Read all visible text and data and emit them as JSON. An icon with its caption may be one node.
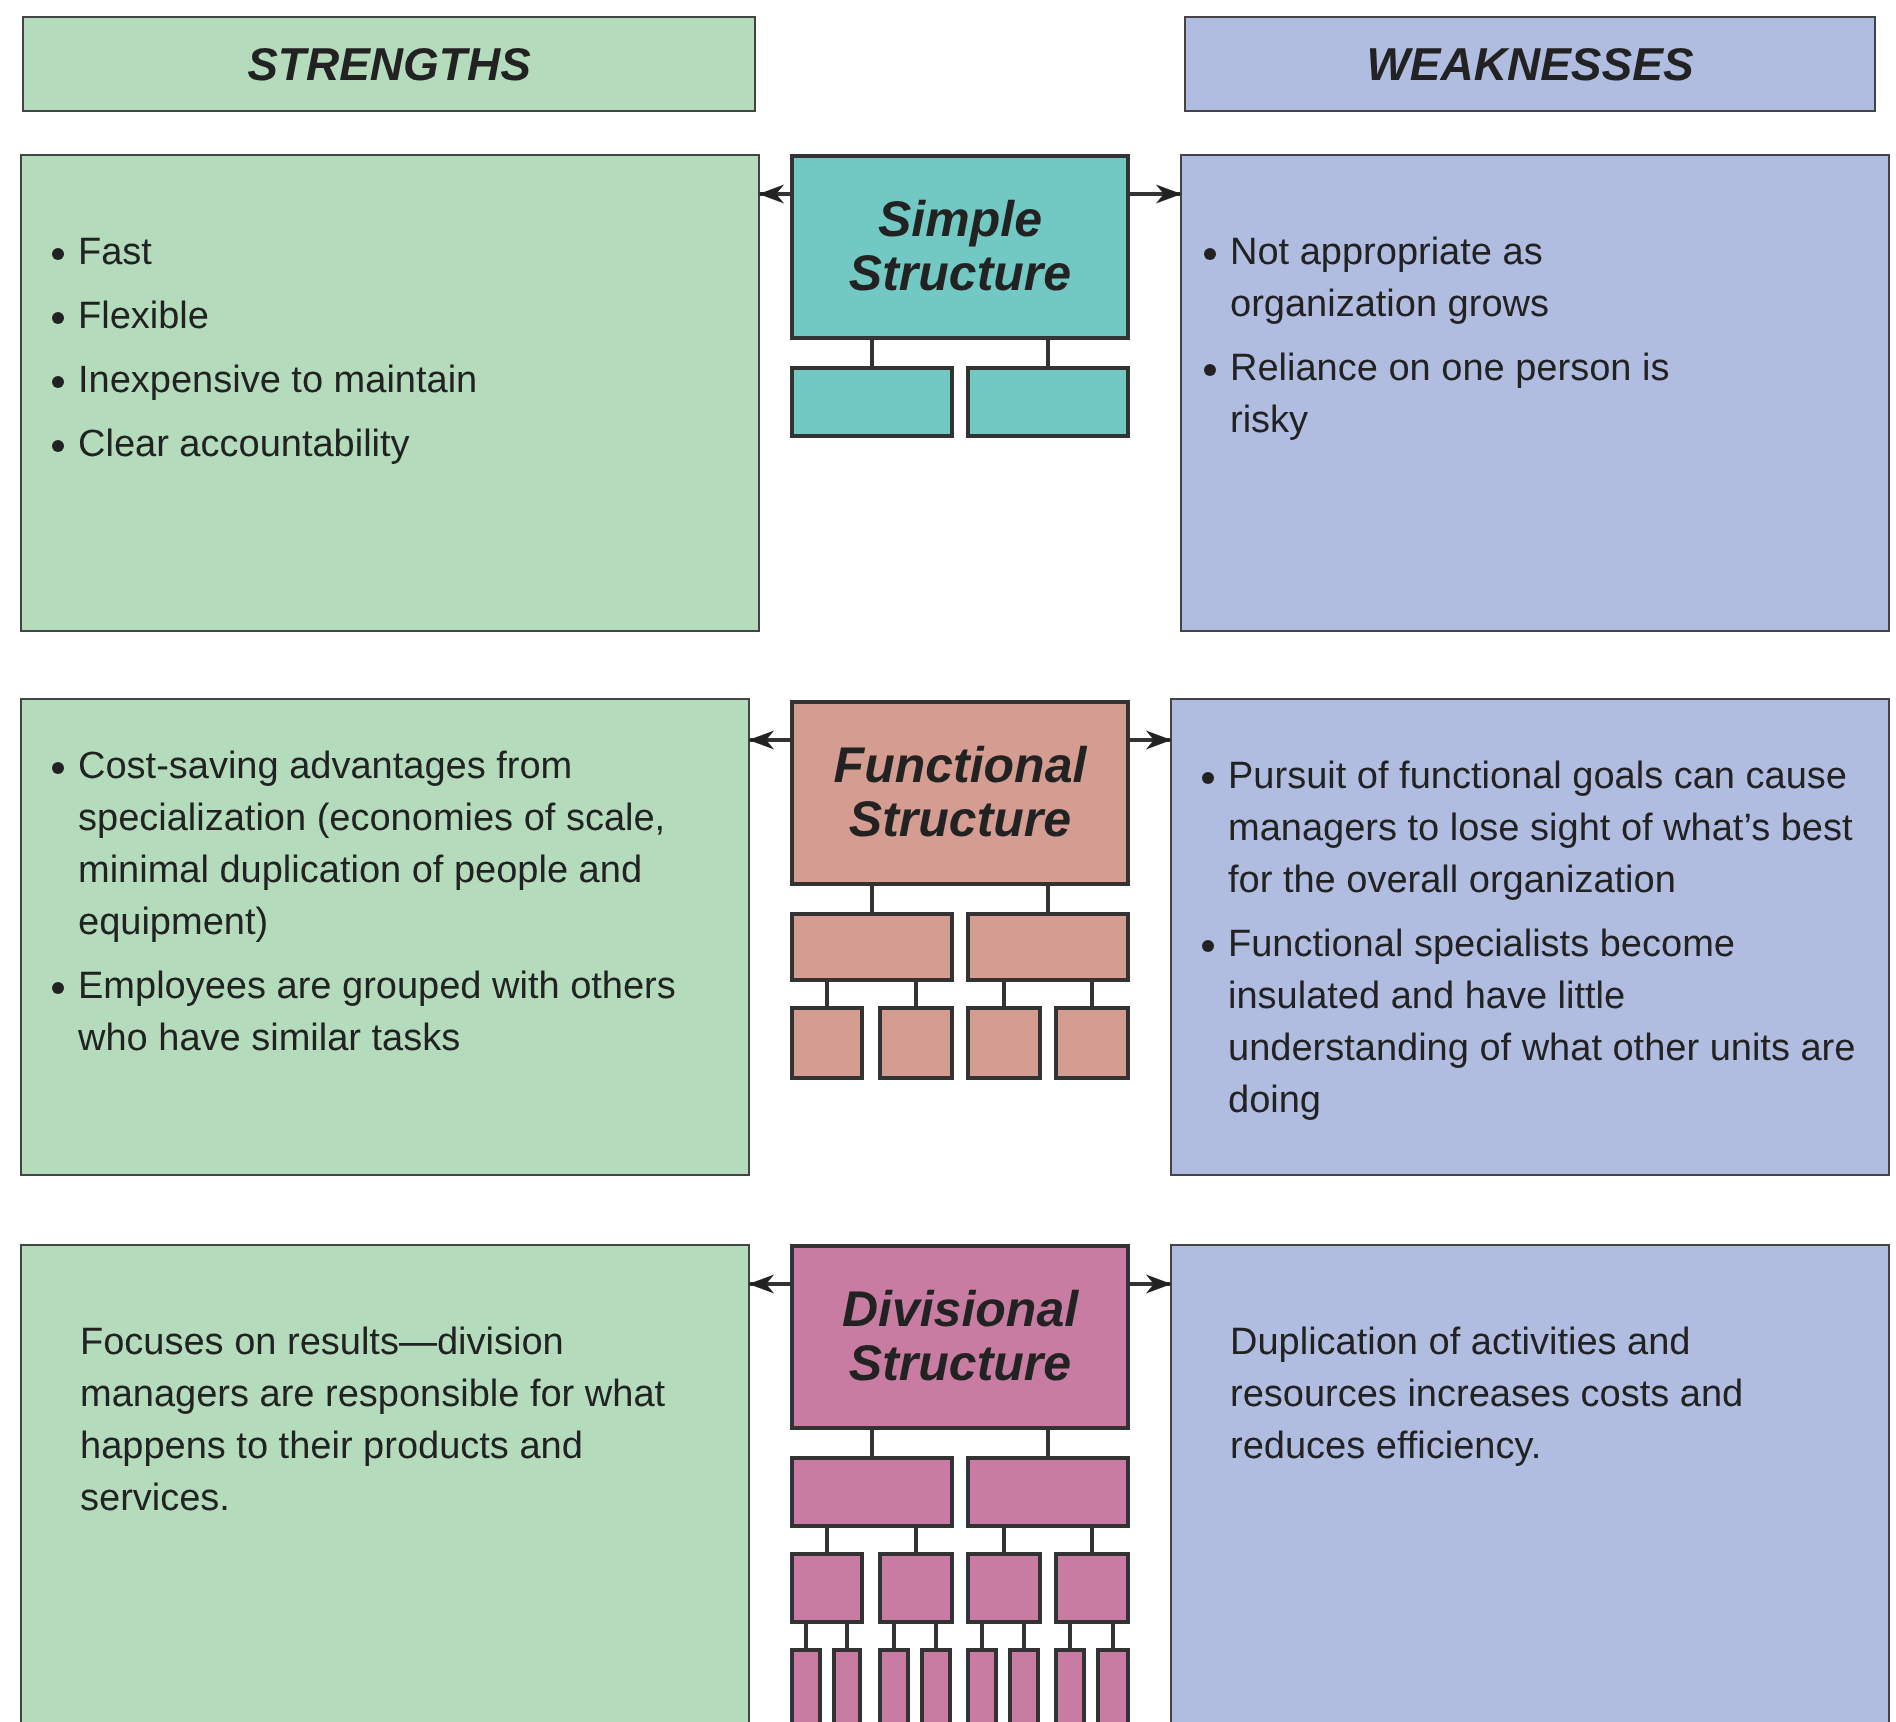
{
  "diagram": {
    "nodes": [
      {
        "text": [
          "STRENGTHS"
        ]
      },
      {
        "text": [
          "WEAKNESSES"
        ]
      },
      {
        "text": [
          "Fast",
          "Flexible",
          "Inexpensive to maintain",
          "Clear accountability"
        ]
      },
      {
        "text": [
          "Simple Structure"
        ]
      },
      {
        "text": [
          "Not appropriate as organization grows",
          "Reliance on one person is risky"
        ]
      },
      {
        "text": [],
        "shape": "box"
      },
      {
        "text": [],
        "shape": "box"
      },
      {
        "text": [
          "Cost-saving advantages from specialization (economies of scale, minimal duplication of people and equipment)",
          "Employees are grouped with others who have similar tasks"
        ]
      },
      {
        "text": [
          "Functional Structure"
        ]
      },
      {
        "text": [
          "Pursuit of functional goals can cause managers to lose sight of what’s best for the overall organization",
          "Functional specialists become insulated and have little understanding of what other units are doing"
        ]
      },
      {
        "text": [],
        "shape": "box"
      },
      {
        "text": [],
        "shape": "box"
      },
      {
        "text": [],
        "shape": "box"
      },
      {
        "text": [],
        "shape": "box"
      },
      {
        "text": [],
        "shape": "box"
      },
      {
        "text": [],
        "shape": "box"
      },
      {
        "text": [
          "Focuses on results—division managers are responsible for what happens to their products and services."
        ]
      },
      {
        "text": [
          "Divisional Structure"
        ]
      },
      {
        "text": [
          "Duplication of activities and resources increases costs and reduces efficiency."
        ]
      },
      {
        "text": [],
        "shape": "box"
      },
      {
        "text": [],
        "shape": "box"
      },
      {
        "text": [],
        "shape": "box"
      },
      {
        "text": [],
        "shape": "box"
      },
      {
        "text": [],
        "shape": "box"
      },
      {
        "text": [],
        "shape": "box"
      },
      {
        "text": [],
        "shape": "box"
      },
      {
        "text": [],
        "shape": "box"
      },
      {
        "text": [],
        "shape": "box"
      },
      {
        "text": [],
        "shape": "box"
      },
      {
        "text": [],
        "shape": "box"
      },
      {
        "text": [],
        "shape": "box"
      },
      {
        "text": [],
        "shape": "box"
      },
      {
        "text": [],
        "shape": "box"
      }
    ],
    "edges": [
      {
        "from": 3,
        "to": 2,
        "arrow": "to"
      },
      {
        "from": 3,
        "to": 4,
        "arrow": "to"
      },
      {
        "from": 3,
        "to": 5,
        "arrow": "none"
      },
      {
        "from": 3,
        "to": 6,
        "arrow": "none"
      },
      {
        "from": 8,
        "to": 7,
        "arrow": "to"
      },
      {
        "from": 8,
        "to": 9,
        "arrow": "to"
      },
      {
        "from": 8,
        "to": 10,
        "arrow": "none"
      },
      {
        "from": 8,
        "to": 11,
        "arrow": "none"
      },
      {
        "from": 10,
        "to": 12,
        "arrow": "none"
      },
      {
        "from": 10,
        "to": 13,
        "arrow": "none"
      },
      {
        "from": 11,
        "to": 14,
        "arrow": "none"
      },
      {
        "from": 11,
        "to": 15,
        "arrow": "none"
      },
      {
        "from": 17,
        "to": 16,
        "arrow": "to"
      },
      {
        "from": 17,
        "to": 18,
        "arrow": "to"
      },
      {
        "from": 17,
        "to": 19,
        "arrow": "none"
      },
      {
        "from": 17,
        "to": 20,
        "arrow": "none"
      },
      {
        "from": 19,
        "to": 21,
        "arrow": "none"
      },
      {
        "from": 19,
        "to": 22,
        "arrow": "none"
      },
      {
        "from": 20,
        "to": 23,
        "arrow": "none"
      },
      {
        "from": 20,
        "to": 24,
        "arrow": "none"
      },
      {
        "from": 21,
        "to": 25,
        "arrow": "none"
      },
      {
        "from": 21,
        "to": 26,
        "arrow": "none"
      },
      {
        "from": 22,
        "to": 27,
        "arrow": "none"
      },
      {
        "from": 22,
        "to": 28,
        "arrow": "none"
      },
      {
        "from": 23,
        "to": 29,
        "arrow": "none"
      },
      {
        "from": 23,
        "to": 30,
        "arrow": "none"
      },
      {
        "from": 24,
        "to": 31,
        "arrow": "none"
      },
      {
        "from": 24,
        "to": 32,
        "arrow": "none"
      }
    ]
  }
}
